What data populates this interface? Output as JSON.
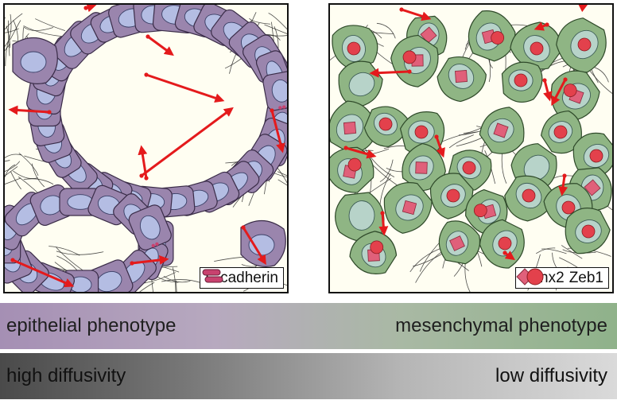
{
  "left_panel": {
    "legend": {
      "label": "E-cadherin",
      "icon": "e-cadherin-icon"
    }
  },
  "right_panel": {
    "legend": [
      {
        "label": "Runx2",
        "icon": "diamond-icon",
        "color": "#e0607a"
      },
      {
        "label": "Zeb1",
        "icon": "circle-icon",
        "color": "#e3414c"
      }
    ]
  },
  "phenotype_bar": {
    "left": "epithelial phenotype",
    "right": "mesenchymal phenotype"
  },
  "diffusivity_bar": {
    "left": "high diffusivity",
    "right": "low diffusivity"
  },
  "colors": {
    "epithelial_cell": "#9a85ad",
    "epithelial_nucleus": "#b4bde3",
    "mesenchymal_cell": "#8fb584",
    "mesenchymal_inner": "#b7d3c9",
    "arrow": "#e41a1c",
    "background": "#fffef2"
  }
}
